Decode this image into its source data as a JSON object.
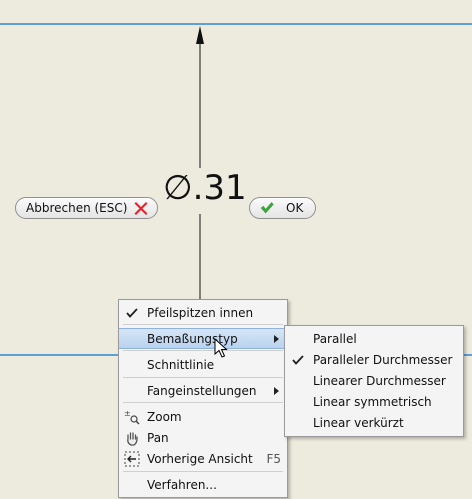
{
  "dimension": {
    "value": "∅.31"
  },
  "buttons": {
    "cancel_label": "Abbrechen (ESC)",
    "ok_label": "OK"
  },
  "context_menu": {
    "items": [
      {
        "label": "Pfeilspitzen innen",
        "checked": true
      },
      {
        "label": "Bemaßungstyp",
        "has_submenu": true,
        "highlighted": true
      },
      {
        "label": "Schnittlinie"
      },
      {
        "label": "Fangeinstellungen",
        "has_submenu": true
      },
      {
        "label": "Zoom",
        "icon": "zoom-icon"
      },
      {
        "label": "Pan",
        "icon": "pan-hand-icon"
      },
      {
        "label": "Vorherige Ansicht",
        "icon": "previous-view-icon",
        "shortcut": "F5"
      },
      {
        "label": "Verfahren..."
      }
    ]
  },
  "submenu": {
    "items": [
      {
        "label": "Parallel"
      },
      {
        "label": "Paralleler Durchmesser",
        "checked": true
      },
      {
        "label": "Linearer Durchmesser"
      },
      {
        "label": "Linear symmetrisch"
      },
      {
        "label": "Linear verkürzt"
      }
    ]
  },
  "colors": {
    "background": "#edebdd",
    "guide_line": "#2f86d6",
    "highlight": "#b9d2ee",
    "cancel_x": "#e8202a",
    "ok_check": "#3aa53a"
  }
}
